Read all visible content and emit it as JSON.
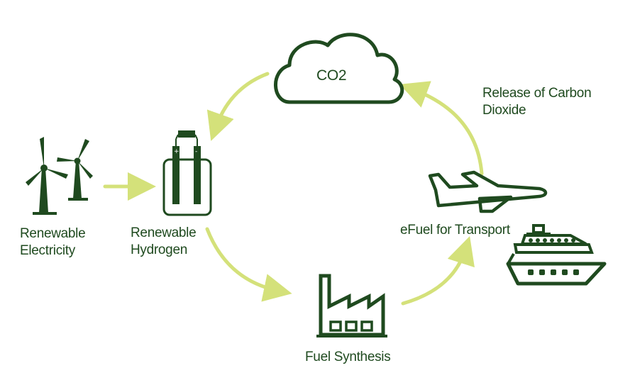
{
  "colors": {
    "icon_stroke": "#1f4a1f",
    "arrow": "#d4e17a",
    "text": "#1f4a1f",
    "background": "#ffffff"
  },
  "nodes": {
    "electricity": {
      "line1": "Renewable",
      "line2": "Electricity",
      "icon": "wind-turbine-icon"
    },
    "hydrogen": {
      "line1": "Renewable",
      "line2": "Hydrogen",
      "icon": "electrolyzer-icon"
    },
    "synthesis": {
      "label": "Fuel Synthesis",
      "icon": "factory-icon"
    },
    "transport": {
      "label": "eFuel for Transport",
      "icons": [
        "airplane-icon",
        "ship-icon"
      ]
    },
    "co2": {
      "label": "CO2",
      "icon": "cloud-icon"
    }
  },
  "annotation": {
    "line1": "Release of Carbon",
    "line2": "Dioxide"
  },
  "edges": [
    {
      "from": "electricity",
      "to": "hydrogen"
    },
    {
      "from": "hydrogen",
      "to": "synthesis"
    },
    {
      "from": "synthesis",
      "to": "transport"
    },
    {
      "from": "transport",
      "to": "co2"
    },
    {
      "from": "co2",
      "to": "hydrogen"
    }
  ]
}
